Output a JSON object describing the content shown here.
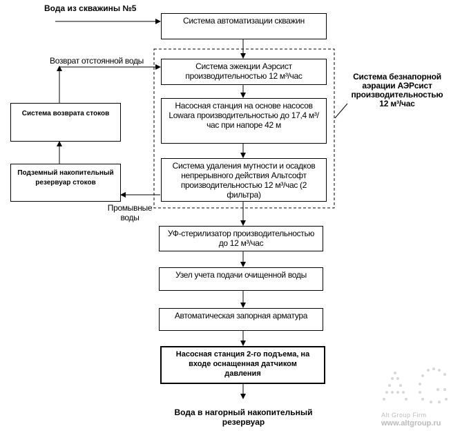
{
  "input_label": "Вода из скважины №5",
  "boxes": {
    "automation": "Система автоматизации скважин",
    "ejection": "Система эжекции Аэрсист производительностью 12 м³/час",
    "pump_station": "Насосная станция на основе насосов Lowara производительностью до 17,4 м³/час при напоре 42 м",
    "turbidity_removal": "Система удаления мутности и осадков непрерывного действия Альтсофт производительностью 12 м³/час (2 фильтра)",
    "uv_sterilizer": "УФ-стерилизатор производительностью до 12 м³/час",
    "metering": "Узел учета подачи очищенной воды",
    "shutoff_valves": "Автоматическая запорная арматура",
    "pump_station_2": "Насосная станция 2-го подъема, на входе оснащенная датчиком давления",
    "return_system": "Система возврата стоков",
    "underground_tank": "Подземный накопительный резервуар стоков"
  },
  "labels": {
    "return_water": "Возврат отстоянной воды",
    "wash_water": "Промывные воды",
    "aeration_group": "Система безнапорной аэрации АЭРсист производительностью 12 м³/час",
    "output": "Вода в нагорный накопительный резервуар"
  },
  "watermark": {
    "company": "Alt Group Firm",
    "url": "www.altgroup.ru"
  }
}
